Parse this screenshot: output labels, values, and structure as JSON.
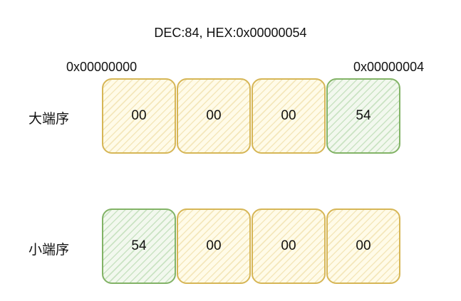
{
  "title": "DEC:84, HEX:0x00000054",
  "addresses": {
    "start": "0x00000000",
    "end": "0x00000004"
  },
  "rows": [
    {
      "label": "大端序",
      "bytes": [
        "00",
        "00",
        "00",
        "54"
      ]
    },
    {
      "label": "小端序",
      "bytes": [
        "54",
        "00",
        "00",
        "00"
      ]
    }
  ],
  "colors": {
    "zero_fill": "#fff2cc",
    "zero_stroke": "#d6b656",
    "value_fill": "#d5e8d4",
    "value_stroke": "#82b366"
  }
}
